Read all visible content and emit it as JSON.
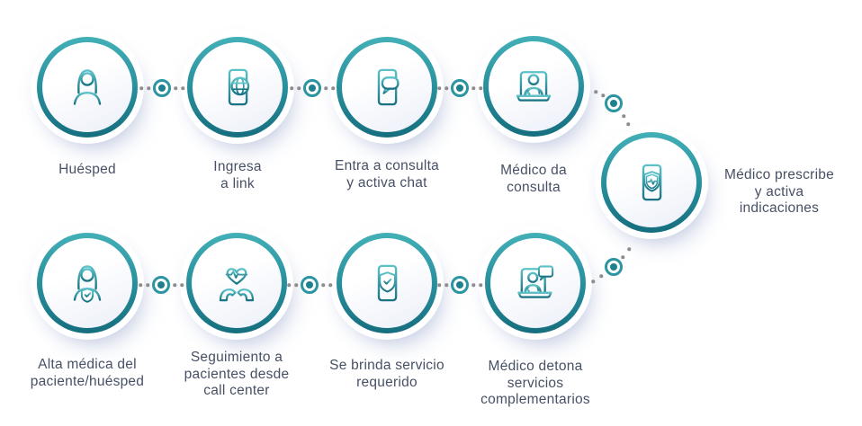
{
  "diagram_name": "telemedicine-patient-journey-flow",
  "steps": [
    {
      "label": "Huésped",
      "icon": "woman-avatar-icon"
    },
    {
      "label": "Ingresa\na link",
      "icon": "phone-globe-icon"
    },
    {
      "label": "Entra a consulta\ny activa chat",
      "icon": "phone-chat-icon"
    },
    {
      "label": "Médico da\nconsulta",
      "icon": "doctor-laptop-icon"
    },
    {
      "label": "Médico prescribe\ny activa\nindicaciones",
      "icon": "phone-shield-heartbeat-icon"
    },
    {
      "label": "Alta médica del\npaciente/huésped",
      "icon": "woman-shield-check-icon"
    },
    {
      "label": "Seguimiento a\npacientes desde\ncall center",
      "icon": "hands-heart-heartbeat-icon"
    },
    {
      "label": "Se brinda servicio\nrequerido",
      "icon": "phone-shield-check-icon"
    },
    {
      "label": "Médico detona\nservicios\ncomplementarios",
      "icon": "doctor-laptop-chat-icon"
    }
  ],
  "palette": {
    "background": "#ffffff",
    "ring_gradient_top": "#43b0b7",
    "ring_gradient_bottom": "#156e7e",
    "icon_gradient_top": "#5cc2c8",
    "icon_gradient_bottom": "#1a7384",
    "connector_ring": "#2b95a1",
    "connector_center": "#1e818e",
    "connector_gray_dot": "#8e8c8e",
    "label_text": "#475065",
    "circle_shadow": "#dfe4f2"
  }
}
